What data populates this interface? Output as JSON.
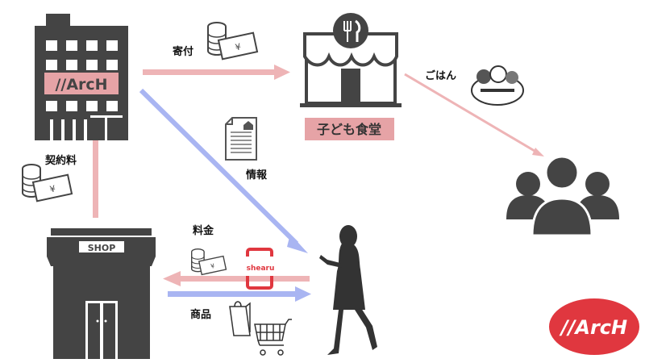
{
  "colors": {
    "dark": "#444444",
    "pink_arrow": "#eeb4b6",
    "blue_arrow": "#a9b5f2",
    "label_bg": "#e6a3a6",
    "brand_red": "#e0373f"
  },
  "company": {
    "name": "//ArcH"
  },
  "restaurant": {
    "name": "子ども食堂"
  },
  "shop": {
    "sign": "SHOP"
  },
  "app": {
    "name": "shearu"
  },
  "labels": {
    "donation": "寄付",
    "meal": "ごはん",
    "info": "情報",
    "contract_fee": "契約料",
    "fee": "料金",
    "goods": "商品"
  },
  "logo": {
    "text": "//ArcH"
  }
}
